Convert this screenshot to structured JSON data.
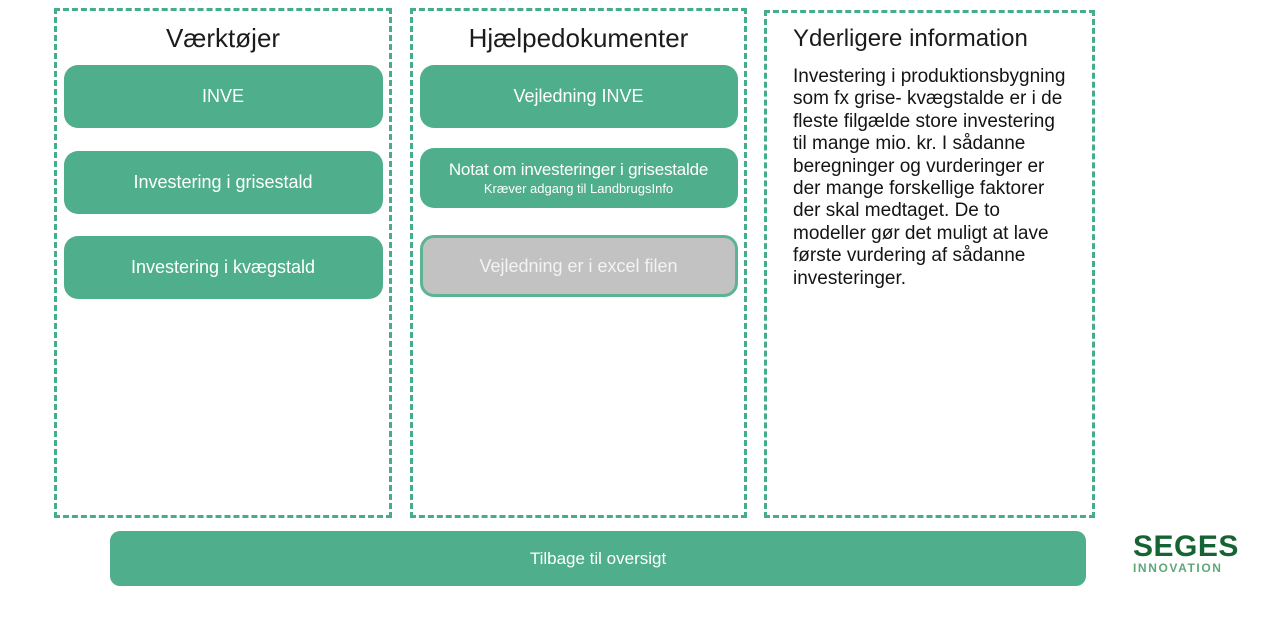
{
  "panels": [
    {
      "title": "Værktøjer",
      "buttons": [
        {
          "label": "INVE"
        },
        {
          "label": "Investering i grisestald"
        },
        {
          "label": "Investering i kvægstald"
        }
      ]
    },
    {
      "title": "Hjælpedokumenter",
      "buttons": [
        {
          "label": "Vejledning INVE"
        },
        {
          "label": "Notat om investeringer i grisestalde",
          "sublabel": "Kræver adgang til LandbrugsInfo"
        },
        {
          "label": "Vejledning er i excel filen",
          "state": "disabled"
        }
      ]
    },
    {
      "title": "Yderligere information",
      "body": "Investering i produktionsbygning\nsom fx grise- kvægstalde er i de\nfleste filgælde store investering\ntil mange mio. kr. I sådanne\nberegninger og vurderinger er\nder mange forskellige faktorer\nder skal medtaget. De to\nmodeller gør det muligt at lave\nførste vurdering af sådanne\ninvesteringer."
    }
  ],
  "footer": {
    "back_button": "Tilbage til oversigt"
  },
  "logo": {
    "primary": "SEGES",
    "secondary": "INNOVATION"
  },
  "colors": {
    "accent_green": "#4fae8b",
    "dashed_border_green": "#45ae88",
    "disabled_gray": "#c2c2c2",
    "disabled_border_green": "#5cb493",
    "logo_dark_green": "#166434",
    "logo_light_green": "#5ea877",
    "text_black": "#141414",
    "button_text_white": "#ffffff"
  }
}
